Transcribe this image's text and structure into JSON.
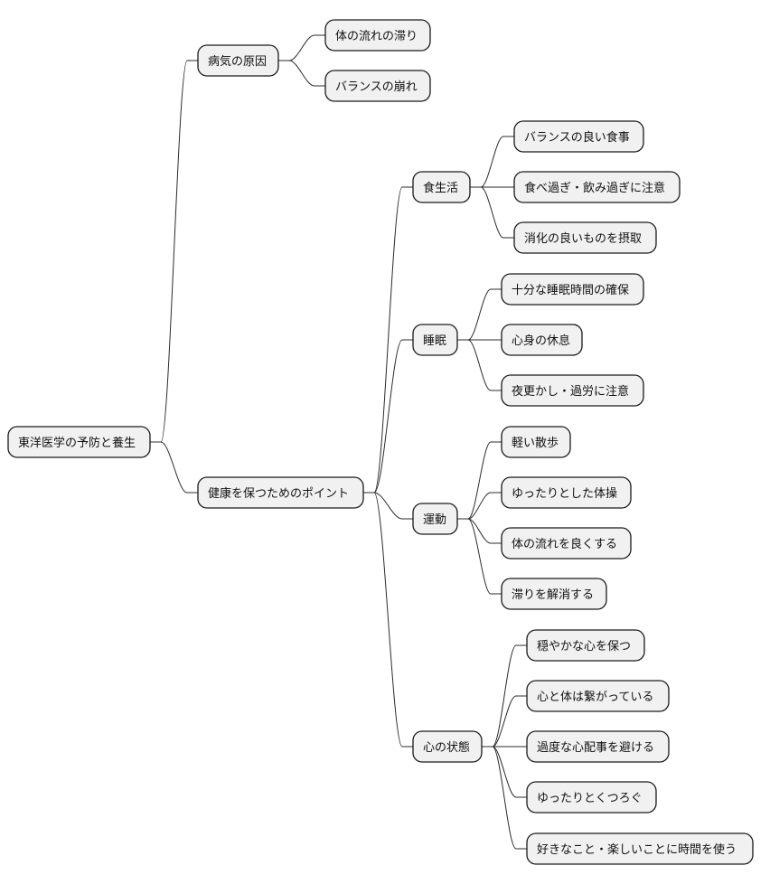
{
  "mindmap": {
    "root": "東洋医学の予防と養生",
    "branches": [
      {
        "label": "病気の原因",
        "children": [
          "体の流れの滞り",
          "バランスの崩れ"
        ]
      },
      {
        "label": "健康を保つためのポイント",
        "groups": [
          {
            "label": "食生活",
            "children": [
              "バランスの良い食事",
              "食べ過ぎ・飲み過ぎに注意",
              "消化の良いものを摂取"
            ]
          },
          {
            "label": "睡眠",
            "children": [
              "十分な睡眠時間の確保",
              "心身の休息",
              "夜更かし・過労に注意"
            ]
          },
          {
            "label": "運動",
            "children": [
              "軽い散歩",
              "ゆったりとした体操",
              "体の流れを良くする",
              "滞りを解消する"
            ]
          },
          {
            "label": "心の状態",
            "children": [
              "穏やかな心を保つ",
              "心と体は繋がっている",
              "過度な心配事を避ける",
              "ゆったりとくつろぐ",
              "好きなこと・楽しいことに時間を使う"
            ]
          }
        ]
      }
    ]
  }
}
